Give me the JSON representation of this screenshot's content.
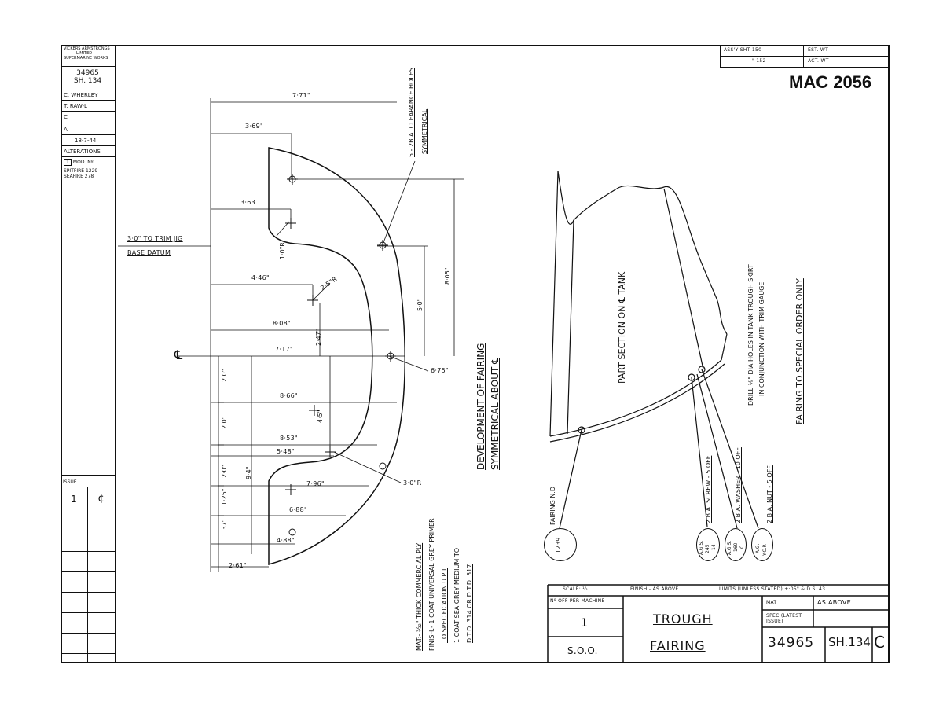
{
  "left_column": {
    "maker": "VICKERS ARMSTRONGS LIMITED SUPERMARINE WORKS",
    "maker_l1": "VICKERS ARMSTRONGS",
    "maker_l2": "LIMITED",
    "maker_l3": "SUPERMARINE WORKS",
    "drawing_no": "34965",
    "sheet": "SH. 134",
    "drawn_by": "C. WHERLEY",
    "traced_by": "T. RAW-L",
    "checked": "C",
    "approved": "A",
    "date": "18-7-44",
    "alterations_label": "ALTERATIONS",
    "mod_label": "MOD. Nº",
    "mod_no": "1",
    "aircraft_1": "SPITFIRE 1229",
    "aircraft_2": "SEAFIRE 278",
    "issue_label": "ISSUE",
    "issue_no": "1",
    "issue_mark": "¢"
  },
  "top_right_box": {
    "assy_label": "ASS'Y SHT 150",
    "assy_label2": "\" 152",
    "est_wt": "EST. WT",
    "act_wt": "ACT. WT",
    "mac": "MAC 2056"
  },
  "development": {
    "dims_horizontal": [
      "7·71\"",
      "3·69\"",
      "3·63",
      "4·46\"",
      "8·08\"",
      "7·17\"",
      "8·66\"",
      "8·53\"",
      "5·48\"",
      "7·96\"",
      "6·88\"",
      "4·88\"",
      "2·61\""
    ],
    "dims_vertical": [
      "2·0\"",
      "2·0\"",
      "2·0\"",
      "1·25\"",
      "1·37\"",
      "9·4\"",
      "2·47\"",
      "4·5\"",
      "5·0\"",
      "8·05\""
    ],
    "radii": [
      "1·0\"R",
      "2·5\"R",
      "6·75\"",
      "3·0\"R"
    ],
    "note_holes": "5 - 2B.A. CLEARANCE HOLES",
    "note_sym": "SYMMETRICAL",
    "trim_note": "3·0\" TO TRIM JIG",
    "base_datum": "BASE DATUM",
    "dev_title_1": "DEVELOPMENT OF FAIRING",
    "dev_title_2": "SYMMETRICAL ABOUT ℄",
    "cl": "℄"
  },
  "material_notes": {
    "line1": "MAT:- ³⁄₃₂\" THICK COMMERCIAL PLY",
    "line2": "FINISH:- 1 COAT UNIVERSAL GREY PRIMER",
    "line3": "TO SPECIFICATION U.P.1",
    "line4": "1 COAT SEA GREY MEDIUM TO",
    "line5": "D.T.D. 314 OR D.T.D. 517"
  },
  "section": {
    "part_section": "PART SECTION ON ℄ TANK",
    "drill_1": "DRILL ¹⁄₈\" DIA HOLES IN TANK TROUGH SKIRT",
    "drill_2": "IN CONJUNCTION WITH TRIM GAUGE",
    "special_order": "FAIRING TO SPECIAL ORDER ONLY",
    "fairing_no_label": "FAIRING N.D",
    "fairing_no": "1239",
    "screw": "2 B.A. SCREW - 5 OFF",
    "washer": "2 B.A. WASHER - 10 OFF",
    "nut": "2 B.A. NUT - 5 OFF",
    "b1_1": "A.G.S.",
    "b1_2": "245",
    "b1_3": "14",
    "b2_1": "A.G.S.",
    "b2_2": "160",
    "b2_3": "C",
    "b3_1": "A.G.",
    "b3_2": "Y.C.P."
  },
  "title_block": {
    "scale": "SCALE: ¹⁄₂",
    "finish": "FINISH:- AS ABOVE",
    "limits": "LIMITS (UNLESS STATED) ±·05\" & D.S. 43",
    "off_per_machine_label": "Nº OFF PER MACHINE",
    "off_per_machine": "1",
    "soo": "S.O.O.",
    "title_1": "TROUGH",
    "title_2": "FAIRING",
    "mat_label": "MAT",
    "mat_value": "AS ABOVE",
    "spec_label": "SPEC (LATEST ISSUE)",
    "drawing_no": "34965",
    "sheet": "SH.134",
    "issue": "C"
  }
}
